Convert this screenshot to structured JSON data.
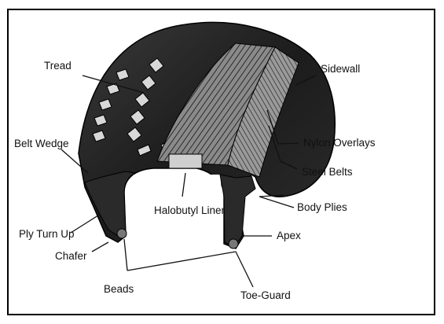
{
  "diagram": {
    "labels": {
      "tread": "Tread",
      "sidewall": "Sidewall",
      "belt_wedge": "Belt Wedge",
      "nylon_overlays": "Nylon Overlays",
      "steel_belts": "Steel Belts",
      "halobutyl_liner": "Halobutyl Liner",
      "body_plies": "Body Plies",
      "ply_turn_up": "Ply Turn Up",
      "apex": "Apex",
      "chafer": "Chafer",
      "beads": "Beads",
      "toe_guard": "Toe-Guard"
    }
  }
}
